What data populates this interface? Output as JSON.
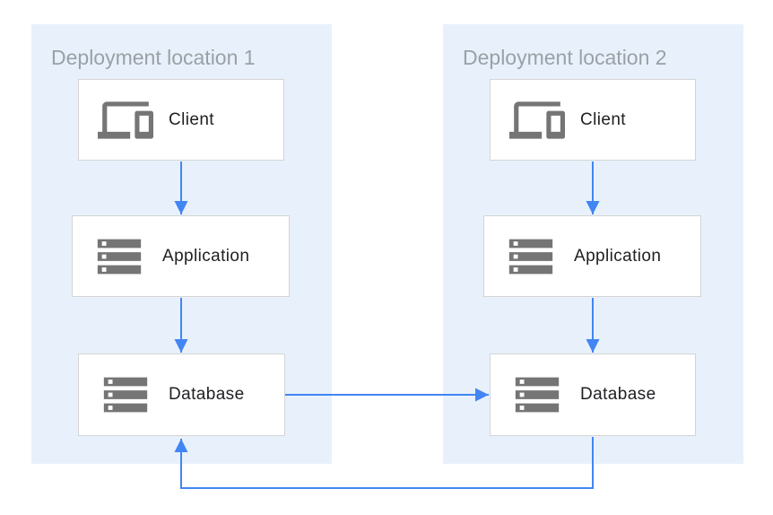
{
  "diagram": {
    "zones": [
      {
        "id": "deployment-location-1",
        "title": "Deployment location 1",
        "nodes": [
          {
            "id": "client-1",
            "label": "Client",
            "icon": "devices-icon"
          },
          {
            "id": "application-1",
            "label": "Application",
            "icon": "server-stack-icon"
          },
          {
            "id": "database-1",
            "label": "Database",
            "icon": "server-stack-icon"
          }
        ]
      },
      {
        "id": "deployment-location-2",
        "title": "Deployment location 2",
        "nodes": [
          {
            "id": "client-2",
            "label": "Client",
            "icon": "devices-icon"
          },
          {
            "id": "application-2",
            "label": "Application",
            "icon": "server-stack-icon"
          },
          {
            "id": "database-2",
            "label": "Database",
            "icon": "server-stack-icon"
          }
        ]
      }
    ],
    "edges": [
      {
        "from": "client-1",
        "to": "application-1",
        "direction": "down"
      },
      {
        "from": "application-1",
        "to": "database-1",
        "direction": "down"
      },
      {
        "from": "client-2",
        "to": "application-2",
        "direction": "down"
      },
      {
        "from": "application-2",
        "to": "database-2",
        "direction": "down"
      },
      {
        "from": "database-1",
        "to": "database-2",
        "direction": "right"
      },
      {
        "from": "database-2",
        "to": "database-1",
        "direction": "loop-bottom"
      }
    ],
    "colors": {
      "zone_fill": "#e8f1fb",
      "arrow_blue": "#4285f4",
      "icon_gray": "#757575",
      "zone_title_gray": "#9aa0a6",
      "node_border": "#d4d4d4",
      "node_text": "#202124"
    }
  }
}
